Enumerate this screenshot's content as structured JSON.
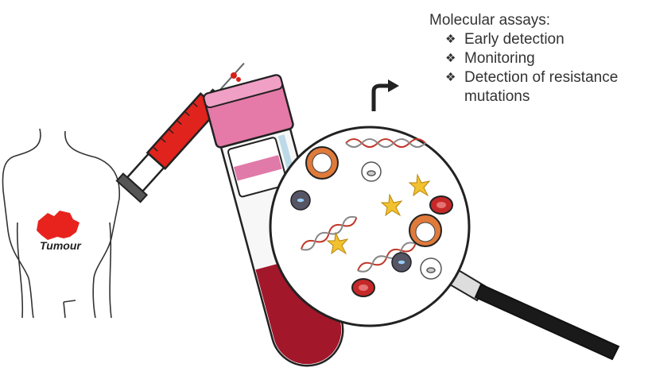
{
  "heading": "Molecular assays:",
  "items": [
    "Early detection",
    "Monitoring",
    "Detection of resistance mutations"
  ],
  "tumour_label": "Tumour",
  "colors": {
    "tumour": "#e8231e",
    "syringe": "#e0231c",
    "tube_cap": "#e57aa8",
    "blood": "#a3172b",
    "text": "#333333"
  }
}
